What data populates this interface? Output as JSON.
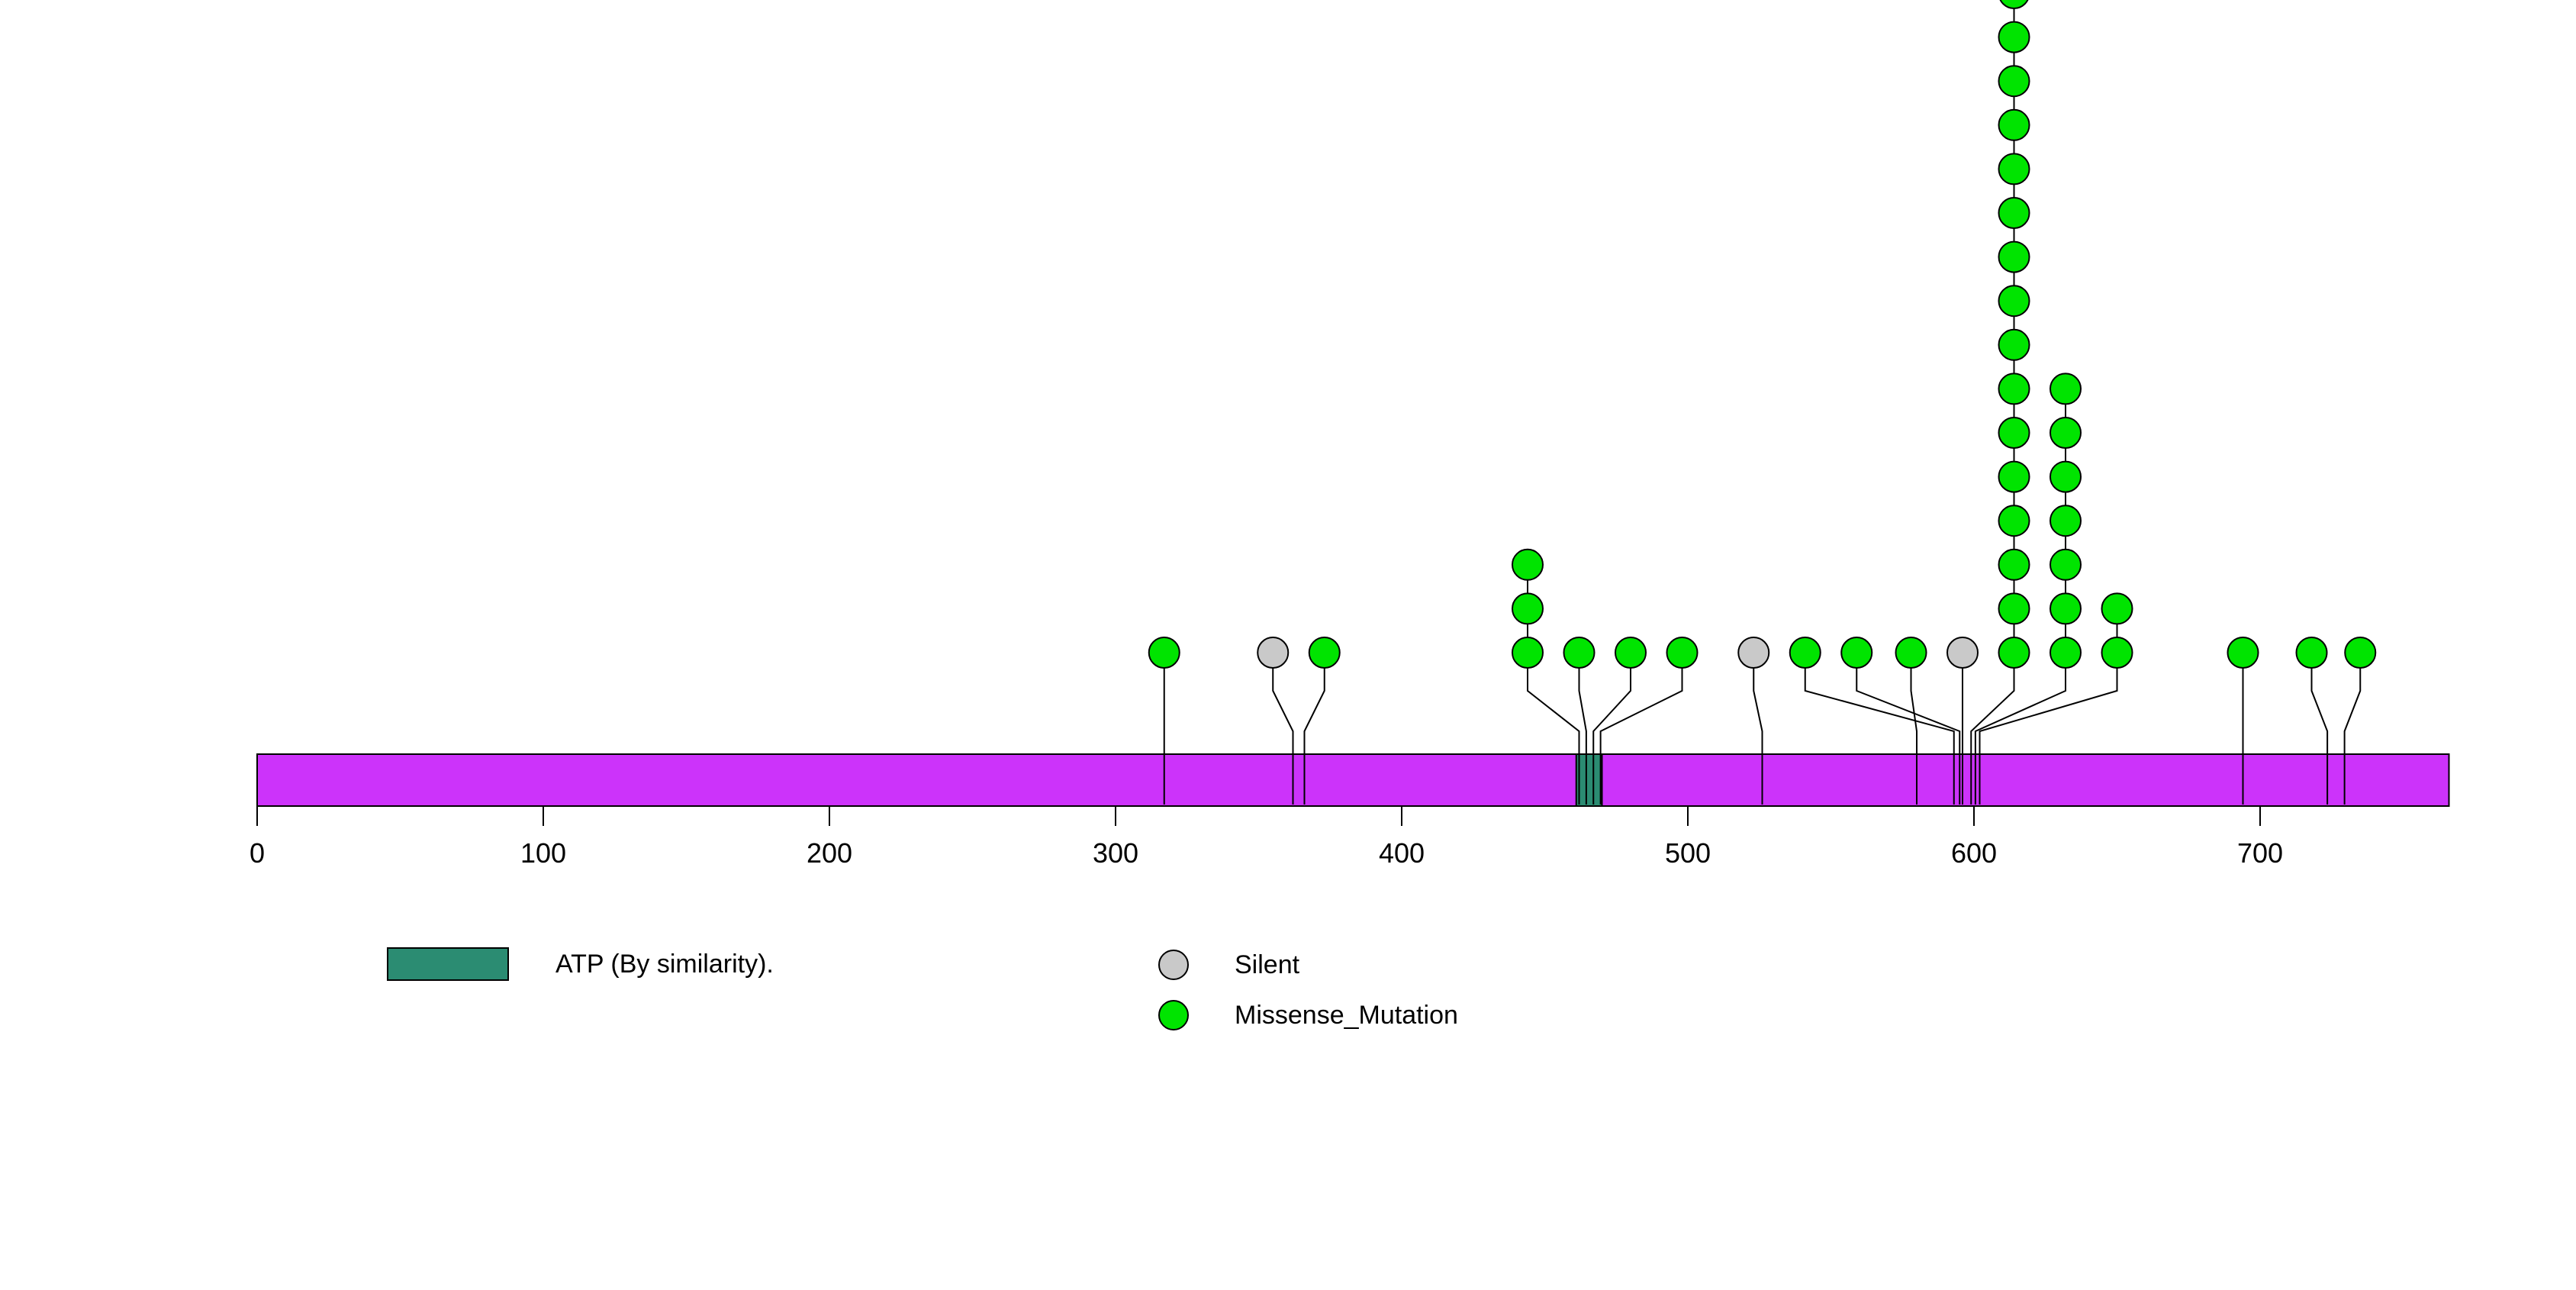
{
  "chart_data": {
    "type": "lollipop",
    "title": "",
    "xlabel": "",
    "ylabel": "",
    "axis": {
      "ticks": [
        0,
        100,
        200,
        300,
        400,
        500,
        600,
        700
      ],
      "xlim": [
        0,
        766
      ],
      "grid": false
    },
    "protein": {
      "start": 0,
      "end": 766,
      "bar_color": "#CC33FA",
      "border_color": "#000000"
    },
    "domains": [
      {
        "name": "ATP (By similarity).",
        "start": 461,
        "end": 470,
        "color": "#2B8C72"
      }
    ],
    "mutation_types": [
      {
        "name": "Silent",
        "color": "#C9C9C9"
      },
      {
        "name": "Missense_Mutation",
        "color": "#00E400"
      }
    ],
    "lollipops": [
      {
        "pos": 317,
        "x": 317,
        "type": "Missense_Mutation",
        "count": 1
      },
      {
        "pos": 362,
        "x": 355,
        "type": "Silent",
        "count": 1
      },
      {
        "pos": 366,
        "x": 373,
        "type": "Missense_Mutation",
        "count": 1
      },
      {
        "pos": 462,
        "x": 444,
        "type": "Missense_Mutation",
        "count": 3
      },
      {
        "pos": 464.5,
        "x": 462,
        "type": "Missense_Mutation",
        "count": 1
      },
      {
        "pos": 467,
        "x": 480,
        "type": "Missense_Mutation",
        "count": 1
      },
      {
        "pos": 469.5,
        "x": 498,
        "type": "Missense_Mutation",
        "count": 1
      },
      {
        "pos": 526,
        "x": 523,
        "type": "Silent",
        "count": 1
      },
      {
        "pos": 593,
        "x": 541,
        "type": "Missense_Mutation",
        "count": 1
      },
      {
        "pos": 595,
        "x": 559,
        "type": "Missense_Mutation",
        "count": 1
      },
      {
        "pos": 580,
        "x": 578,
        "type": "Missense_Mutation",
        "count": 1
      },
      {
        "pos": 597,
        "x": 596,
        "type": "Silent",
        "count": 1
      },
      {
        "pos": 599,
        "x": 614,
        "type": "Missense_Mutation",
        "count": 16
      },
      {
        "pos": 600.5,
        "x": 632,
        "type": "Missense_Mutation",
        "count": 7
      },
      {
        "pos": 602,
        "x": 650,
        "type": "Missense_Mutation",
        "count": 2
      },
      {
        "pos": 694,
        "x": 694,
        "type": "Missense_Mutation",
        "count": 1
      },
      {
        "pos": 723.5,
        "x": 718,
        "type": "Missense_Mutation",
        "count": 1
      },
      {
        "pos": 729.5,
        "x": 735,
        "type": "Missense_Mutation",
        "count": 1
      }
    ]
  },
  "legend": {
    "domain": {
      "label": "ATP (By similarity).",
      "color": "#2B8C72"
    },
    "items": [
      {
        "label": "Silent",
        "color": "#C9C9C9"
      },
      {
        "label": "Missense_Mutation",
        "color": "#00E400"
      }
    ]
  }
}
